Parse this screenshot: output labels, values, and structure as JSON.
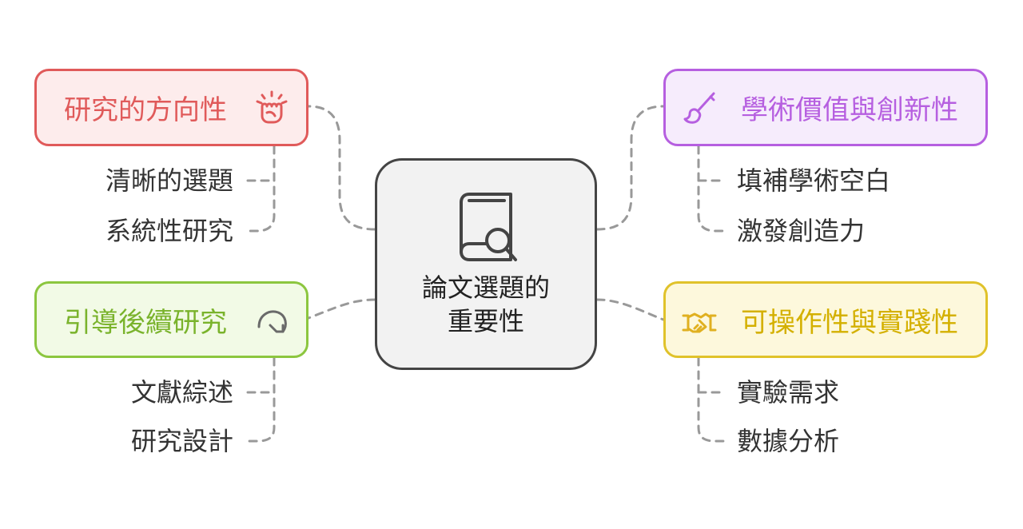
{
  "center": {
    "line1": "論文選題的",
    "line2": "重要性",
    "icon": "book-search-icon"
  },
  "branches": {
    "direction": {
      "label": "研究的方向性",
      "icon": "fist-icon",
      "color": "#e05a5a",
      "fill": "#fdecec",
      "items": [
        "清晰的選題",
        "系統性研究"
      ]
    },
    "guidance": {
      "label": "引導後續研究",
      "icon": "rotate-arrow-icon",
      "color": "#8cc63f",
      "fill": "#f2fae6",
      "items": [
        "文獻綜述",
        "研究設計"
      ]
    },
    "value": {
      "label": "學術價值與創新性",
      "icon": "paintbrush-icon",
      "color": "#b65fe0",
      "fill": "#f6ecfc",
      "items": [
        "填補學術空白",
        "激發創造力"
      ]
    },
    "feasibility": {
      "label": "可操作性與實踐性",
      "icon": "handshake-icon",
      "color": "#e0c22a",
      "fill": "#fdf8dc",
      "items": [
        "實驗需求",
        "數據分析"
      ]
    }
  }
}
